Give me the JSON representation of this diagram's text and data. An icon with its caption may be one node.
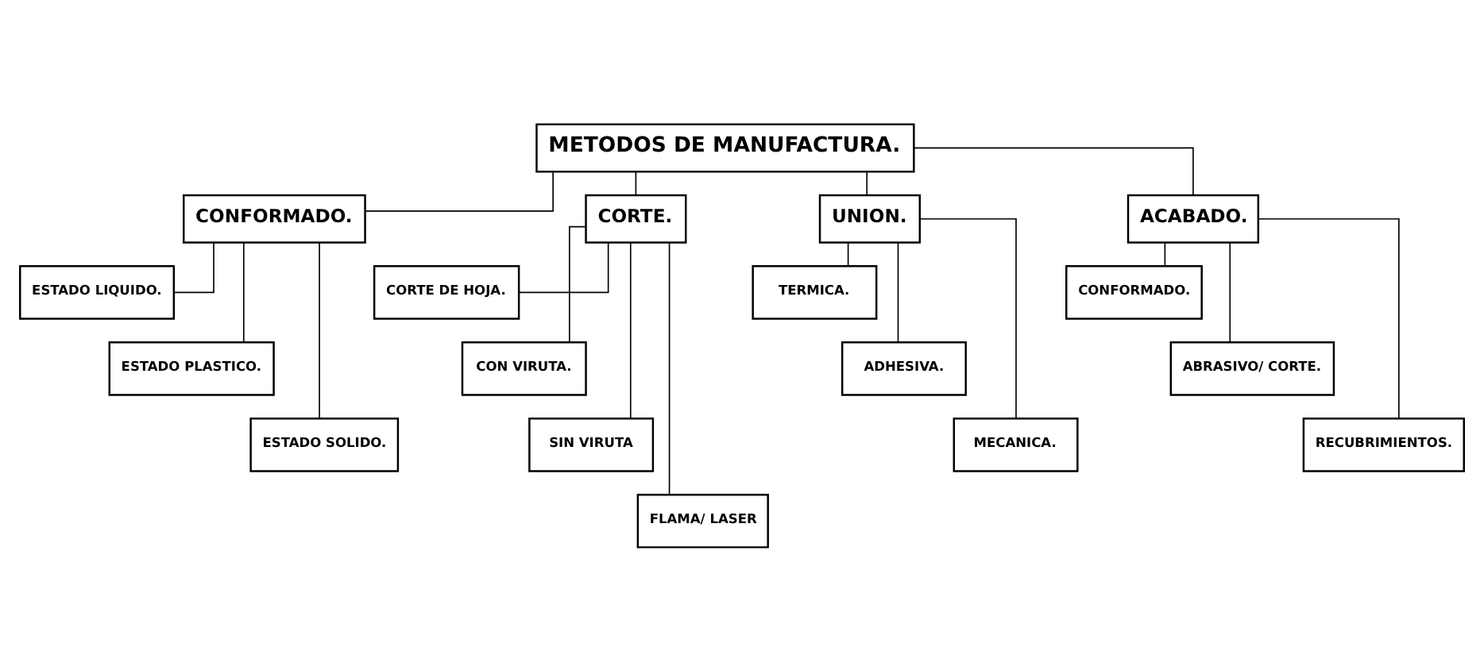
{
  "diagram": {
    "nodes": [
      {
        "text": [
          "METODOS DE MANUFACTURA."
        ]
      },
      {
        "text": [
          "CONFORMADO."
        ]
      },
      {
        "text": [
          "CORTE."
        ]
      },
      {
        "text": [
          "UNION."
        ]
      },
      {
        "text": [
          "ACABADO."
        ]
      },
      {
        "text": [
          "ESTADO LIQUIDO."
        ]
      },
      {
        "text": [
          "ESTADO PLASTICO."
        ]
      },
      {
        "text": [
          "ESTADO SOLIDO."
        ]
      },
      {
        "text": [
          "CORTE DE HOJA."
        ]
      },
      {
        "text": [
          "CON VIRUTA."
        ]
      },
      {
        "text": [
          "SIN VIRUTA"
        ]
      },
      {
        "text": [
          "FLAMA/ LASER"
        ]
      },
      {
        "text": [
          "TERMICA."
        ]
      },
      {
        "text": [
          "ADHESIVA."
        ]
      },
      {
        "text": [
          "MECANICA."
        ]
      },
      {
        "text": [
          "CONFORMADO."
        ]
      },
      {
        "text": [
          "ABRASIVO/ CORTE."
        ]
      },
      {
        "text": [
          "RECUBRIMIENTOS."
        ]
      }
    ],
    "edges": [
      {
        "from": 0,
        "to": 1,
        "arrow": "none"
      },
      {
        "from": 0,
        "to": 2,
        "arrow": "none"
      },
      {
        "from": 0,
        "to": 3,
        "arrow": "none"
      },
      {
        "from": 0,
        "to": 4,
        "arrow": "none"
      },
      {
        "from": 1,
        "to": 5,
        "arrow": "none"
      },
      {
        "from": 1,
        "to": 6,
        "arrow": "none"
      },
      {
        "from": 1,
        "to": 7,
        "arrow": "none"
      },
      {
        "from": 2,
        "to": 8,
        "arrow": "none"
      },
      {
        "from": 2,
        "to": 9,
        "arrow": "none"
      },
      {
        "from": 2,
        "to": 10,
        "arrow": "none"
      },
      {
        "from": 2,
        "to": 11,
        "arrow": "none"
      },
      {
        "from": 3,
        "to": 12,
        "arrow": "none"
      },
      {
        "from": 3,
        "to": 13,
        "arrow": "none"
      },
      {
        "from": 3,
        "to": 14,
        "arrow": "none"
      },
      {
        "from": 4,
        "to": 15,
        "arrow": "none"
      },
      {
        "from": 4,
        "to": 16,
        "arrow": "none"
      },
      {
        "from": 4,
        "to": 17,
        "arrow": "none"
      }
    ]
  }
}
